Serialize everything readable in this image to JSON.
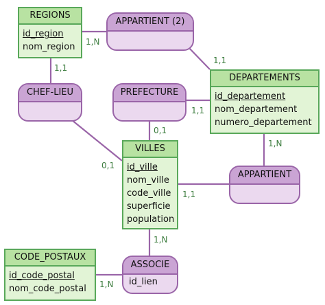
{
  "colors": {
    "entity_border": "#59a85a",
    "entity_header": "#b8e2a2",
    "entity_body": "#e2f4d6",
    "assoc_border": "#9a65a8",
    "assoc_header": "#caa4d4",
    "assoc_body": "#ebd9ef",
    "link": "#9a65a8",
    "cardinality": "#3d7d3f"
  },
  "entities": {
    "regions": {
      "title": "REGIONS",
      "attrs": [
        "id_region",
        "nom_region"
      ]
    },
    "departements": {
      "title": "DEPARTEMENTS",
      "attrs": [
        "id_departement",
        "nom_departement",
        "numero_departement"
      ]
    },
    "villes": {
      "title": "VILLES",
      "attrs": [
        "id_ville",
        "nom_ville",
        "code_ville",
        "superficie",
        "population"
      ]
    },
    "code_postaux": {
      "title": "CODE_POSTAUX",
      "attrs": [
        "id_code_postal",
        "nom_code_postal"
      ]
    }
  },
  "associations": {
    "appartient2": {
      "title": "APPARTIENT (2)",
      "attrs": []
    },
    "chef_lieu": {
      "title": "CHEF-LIEU",
      "attrs": []
    },
    "prefecture": {
      "title": "PREFECTURE",
      "attrs": []
    },
    "appartient": {
      "title": "APPARTIENT",
      "attrs": []
    },
    "associe": {
      "title": "ASSOCIE",
      "attrs": [
        "id_lien"
      ]
    }
  },
  "cardinalities": {
    "regions_appartient2": "1,N",
    "departements_appartient2": "1,1",
    "regions_cheflieu": "1,1",
    "departements_prefecture": "1,1",
    "villes_prefecture": "0,1",
    "villes_cheflieu": "0,1",
    "departements_appartient": "1,N",
    "villes_appartient": "1,1",
    "villes_associe": "1,N",
    "codepostaux_associe": "1,N"
  }
}
